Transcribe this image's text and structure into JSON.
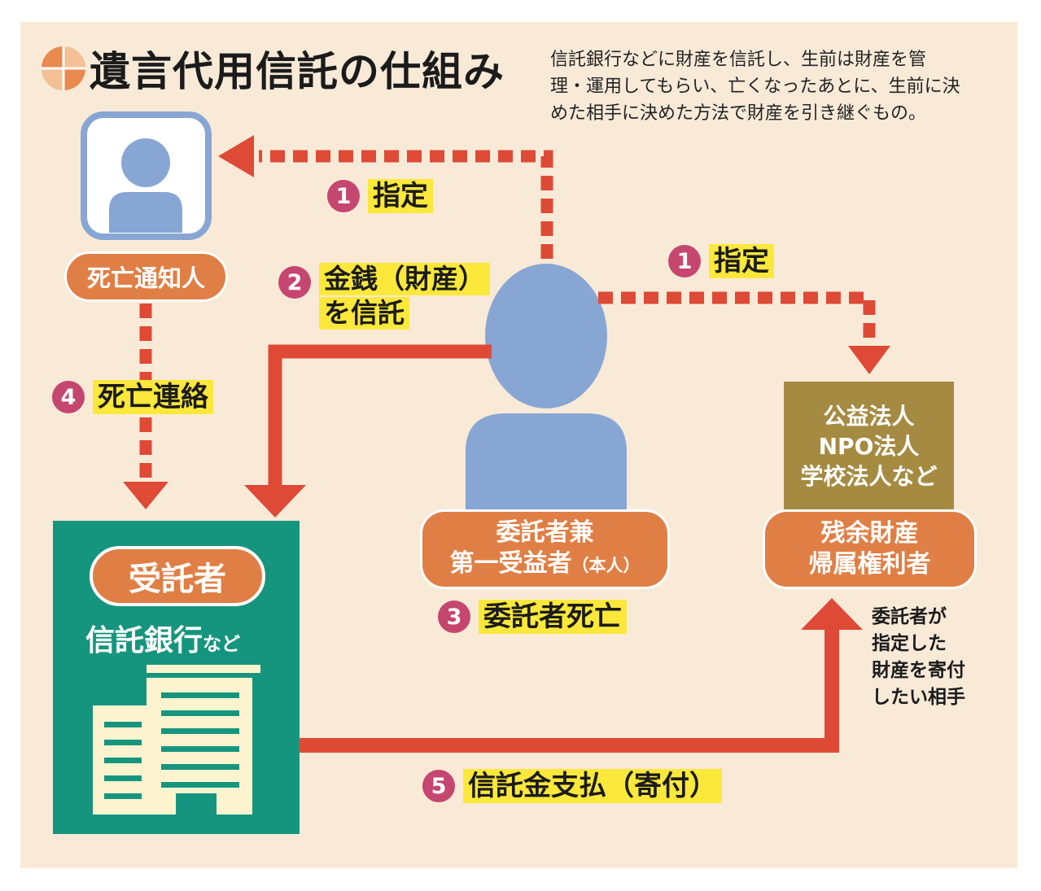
{
  "title": "遺言代用信託の仕組み",
  "description": [
    "信託銀行などに財産を信託し、生前は財産を管",
    "理・運用してもらい、亡くなったあとに、生前に決",
    "めた相手に決めた方法で財産を引き継ぐもの。"
  ],
  "nodes": {
    "notifier": "死亡通知人",
    "settlor_line1": "委託者兼",
    "settlor_line2": "第一受益者",
    "settlor_suffix": "（本人）",
    "organizations": [
      "公益法人",
      "NPO法人",
      "学校法人など"
    ],
    "residual_line1": "残余財産",
    "residual_line2": "帰属権利者",
    "trustee": "受託者",
    "bank": "信託銀行",
    "bank_suffix": "など",
    "recipient_note": [
      "委託者が",
      "指定した",
      "財産を寄付",
      "したい相手"
    ]
  },
  "steps": {
    "designate_notifier": {
      "num": "1",
      "label": "指定"
    },
    "designate_residual": {
      "num": "1",
      "label": "指定"
    },
    "entrust": {
      "num": "2",
      "label_line1": "金銭（財産）",
      "label_line2": "を信託"
    },
    "death": {
      "num": "3",
      "label": "委託者死亡"
    },
    "death_notice": {
      "num": "4",
      "label": "死亡連絡"
    },
    "payment": {
      "num": "5",
      "label": "信託金支払（寄付）"
    }
  },
  "colors": {
    "background": "#f9ead8",
    "arrow_red": "#de4a36",
    "pill_orange": "#e07f45",
    "person_blue": "#88a6d4",
    "trustee_teal": "#16957e",
    "org_gold": "#a58a41",
    "highlight_yellow": "#fbe83a",
    "step_circle": "#c5466f"
  },
  "icons": {
    "title": "quarter-circle-icon",
    "notifier": "person-portrait-icon",
    "settlor": "person-large-icon",
    "trustee": "building-icon"
  }
}
